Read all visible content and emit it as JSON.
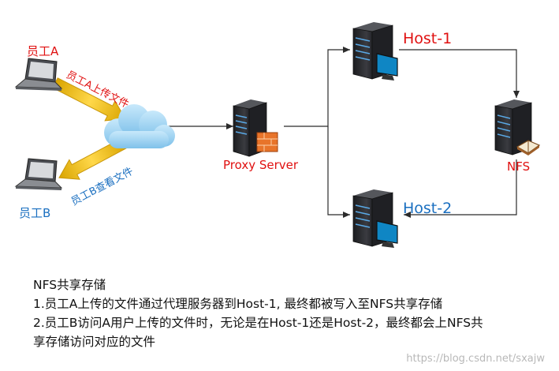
{
  "nodes": {
    "employee_a": "员工A",
    "employee_b": "员工B",
    "proxy": "Proxy Server",
    "host1": "Host-1",
    "host2": "Host-2",
    "nfs": "NFS"
  },
  "arrow_labels": {
    "upload": "员工A上传文件",
    "view": "员工B查看文件"
  },
  "description": {
    "title": "NFS共享存储",
    "line1": "1.员工A上传的文件通过代理服务器到Host-1, 最终都被写入至NFS共享存储",
    "line2": "2.员工B访问A用户上传的文件时，无论是在Host-1还是Host-2，最终都会上NFS共",
    "line3": "享存储访问对应的文件"
  },
  "watermark": "https://blog.csdn.net/sxajw",
  "colors": {
    "red_label": "#e01010",
    "blue_label": "#1a6fc0",
    "connector": "#2b2b2b",
    "arrow_yellow": "#f2c21a",
    "cloud": "#9fd2f0",
    "server": "#2e2f33",
    "firewall": "#e8742a"
  }
}
